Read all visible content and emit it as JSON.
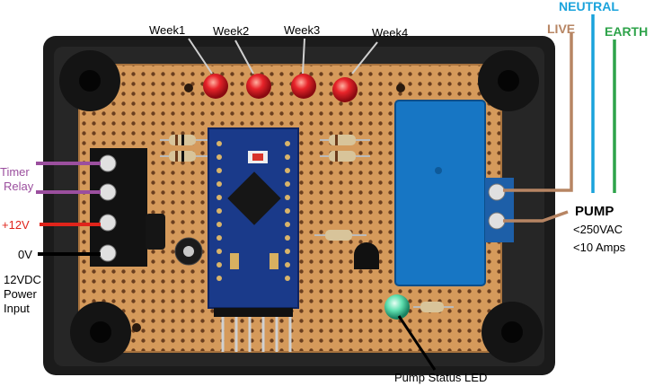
{
  "leds": {
    "week1": "Week1",
    "week2": "Week2",
    "week3": "Week3",
    "week4": "Week4"
  },
  "mains": {
    "neutral": "NEUTRAL",
    "live": "LIVE",
    "earth": "EARTH"
  },
  "pump": {
    "title": "PUMP",
    "voltage": "<250VAC",
    "current": "<10 Amps",
    "status_led": "Pump Status LED"
  },
  "inputs": {
    "timer": "Timer",
    "relay": "Relay",
    "plus12v": "+12V",
    "zero_v": "0V",
    "power_line1": "12VDC",
    "power_line2": "Power",
    "power_line3": "Input"
  },
  "colors": {
    "live": "#b78563",
    "neutral": "#1aa3dc",
    "earth": "#2ea34a",
    "timer": "#9b4f9e",
    "plus12v": "#e0241b",
    "zero_v": "#000000"
  }
}
